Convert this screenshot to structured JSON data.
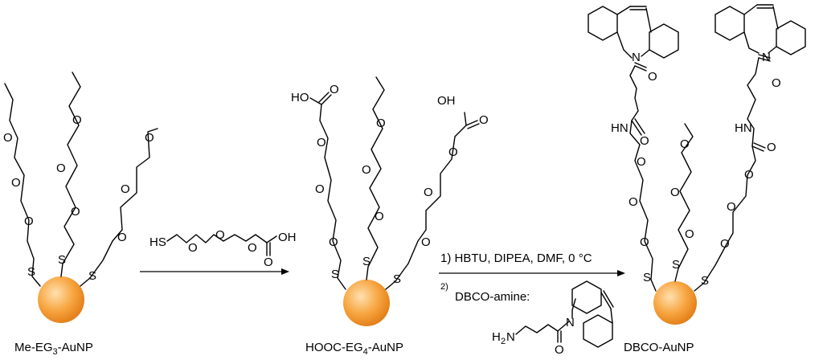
{
  "compounds": {
    "c1": {
      "name_main": "Me-EG",
      "name_sub": "3",
      "name_tail": "-AuNP"
    },
    "c2": {
      "name_main": "HOOC-EG",
      "name_sub": "4",
      "name_tail": "-AuNP"
    },
    "c3": {
      "name": "DBCO-AuNP"
    }
  },
  "atoms": {
    "O": "O",
    "S": "S",
    "N": "N",
    "HO": "HO",
    "OH": "OH",
    "HN": "HN",
    "HS": "HS",
    "H2N_H": "H",
    "H2N_sub": "2",
    "H2N_N": "N"
  },
  "reaction1": {
    "reagent": "thiol-EG4-COOH"
  },
  "reaction2": {
    "step1": "1) HBTU, DIPEA, DMF, 0 °C",
    "step2_num": "2)",
    "step2_text": "DBCO-amine:"
  },
  "colors": {
    "gold_light": "#ffd9a6",
    "gold": "#f5a037",
    "gold_dark": "#e0801c",
    "bond": "#000000"
  }
}
